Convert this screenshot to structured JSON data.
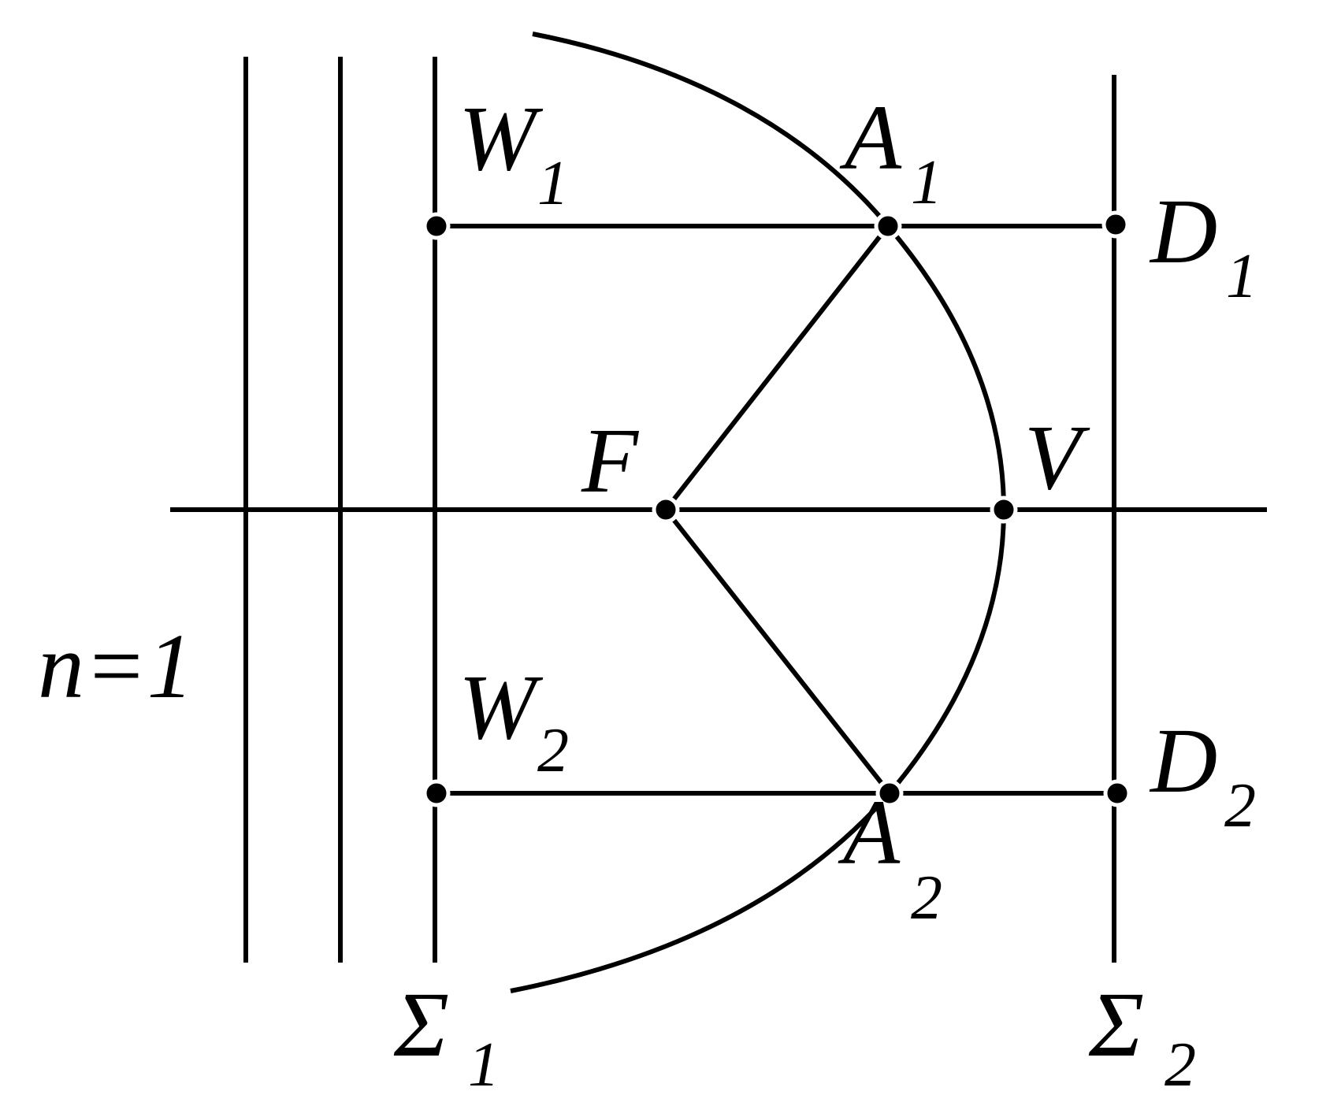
{
  "labels": {
    "refractive_index": "n=1",
    "W1": {
      "main": "W",
      "sub": "1"
    },
    "W2": {
      "main": "W",
      "sub": "2"
    },
    "A1": {
      "main": "A",
      "sub": "1"
    },
    "A2": {
      "main": "A",
      "sub": "2"
    },
    "D1": {
      "main": "D",
      "sub": "1"
    },
    "D2": {
      "main": "D",
      "sub": "2"
    },
    "F": "F",
    "V": "V",
    "Sigma1": {
      "main": "Σ",
      "sub": "1"
    },
    "Sigma2": {
      "main": "Σ",
      "sub": "2"
    }
  },
  "colors": {
    "stroke": "#000000",
    "background": "#ffffff"
  }
}
